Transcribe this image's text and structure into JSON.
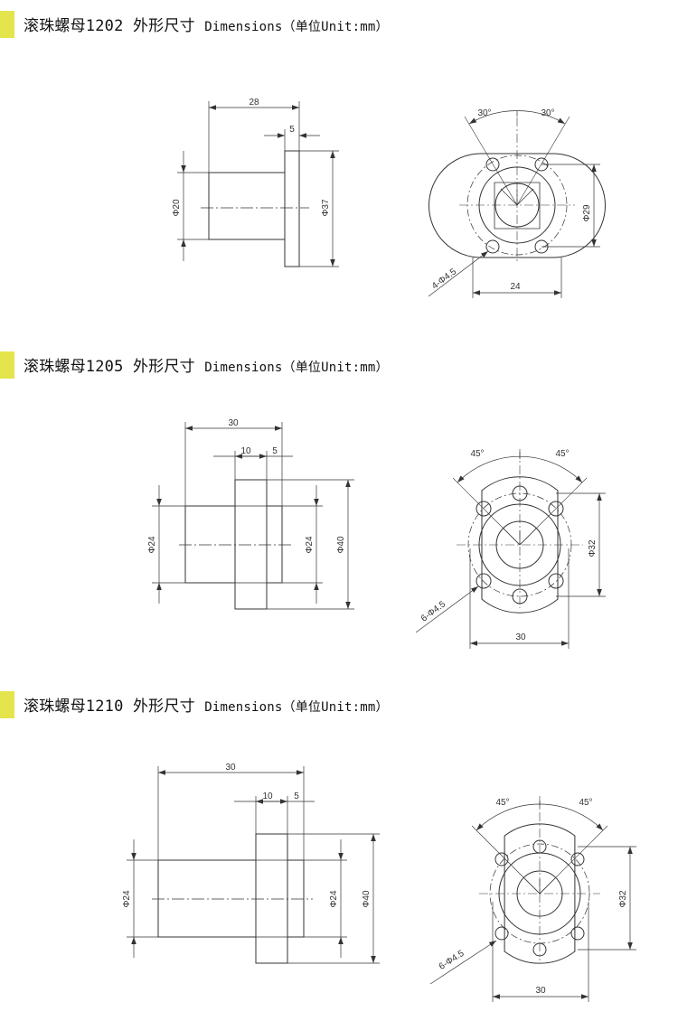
{
  "colors": {
    "accent_bar": "#e4e44c",
    "line": "#333333",
    "text": "#111111"
  },
  "sections": [
    {
      "title": "滚珠螺母1202 外形尺寸",
      "subtitle": "Dimensions（单位Unit:mm）",
      "side_view": {
        "overall_length": "28",
        "flange_width": "5",
        "body_diameter": "Φ20",
        "flange_diameter": "Φ37"
      },
      "front_view": {
        "angle_left": "30°",
        "angle_right": "30°",
        "bolt_circle": "Φ29",
        "hole_spec": "4-Φ4.5",
        "flat_width": "24"
      }
    },
    {
      "title": "滚珠螺母1205 外形尺寸",
      "subtitle": "Dimensions（单位Unit:mm）",
      "side_view": {
        "overall_length": "30",
        "flange_width": "10",
        "tail_width": "5",
        "body_diameter": "Φ24",
        "tail_diameter": "Φ24",
        "flange_diameter": "Φ40"
      },
      "front_view": {
        "angle_left": "45°",
        "angle_right": "45°",
        "bolt_circle": "Φ32",
        "hole_spec": "6-Φ4.5",
        "flat_width": "30"
      }
    },
    {
      "title": "滚珠螺母1210 外形尺寸",
      "subtitle": "Dimensions（单位Unit:mm）",
      "side_view": {
        "overall_length": "30",
        "flange_width": "10",
        "tail_width": "5",
        "body_diameter": "Φ24",
        "tail_diameter": "Φ24",
        "flange_diameter": "Φ40"
      },
      "front_view": {
        "angle_left": "45°",
        "angle_right": "45°",
        "bolt_circle": "Φ32",
        "hole_spec": "6-Φ4.5",
        "flat_width": "30"
      }
    }
  ]
}
